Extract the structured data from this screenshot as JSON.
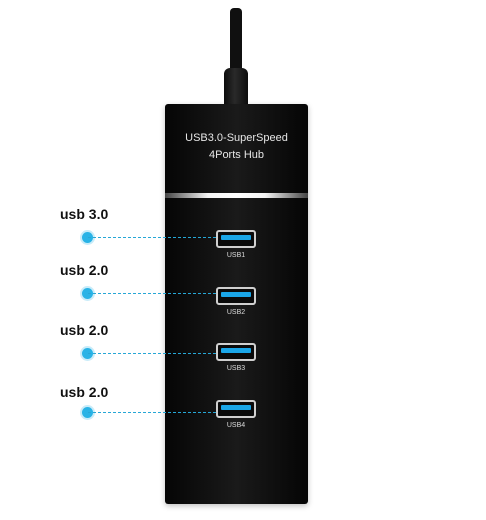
{
  "hub": {
    "title_line1": "USB3.0-SuperSpeed",
    "title_line2": "4Ports Hub"
  },
  "colors": {
    "hub_body": "#111111",
    "port_tongue": "#1aa6e8",
    "callout": "#29b3e6",
    "label_text": "#111111"
  },
  "ports": [
    {
      "label": "USB1",
      "spec": "usb 3.0"
    },
    {
      "label": "USB2",
      "spec": "usb 2.0"
    },
    {
      "label": "USB3",
      "spec": "usb 2.0"
    },
    {
      "label": "USB4",
      "spec": "usb 2.0"
    }
  ]
}
